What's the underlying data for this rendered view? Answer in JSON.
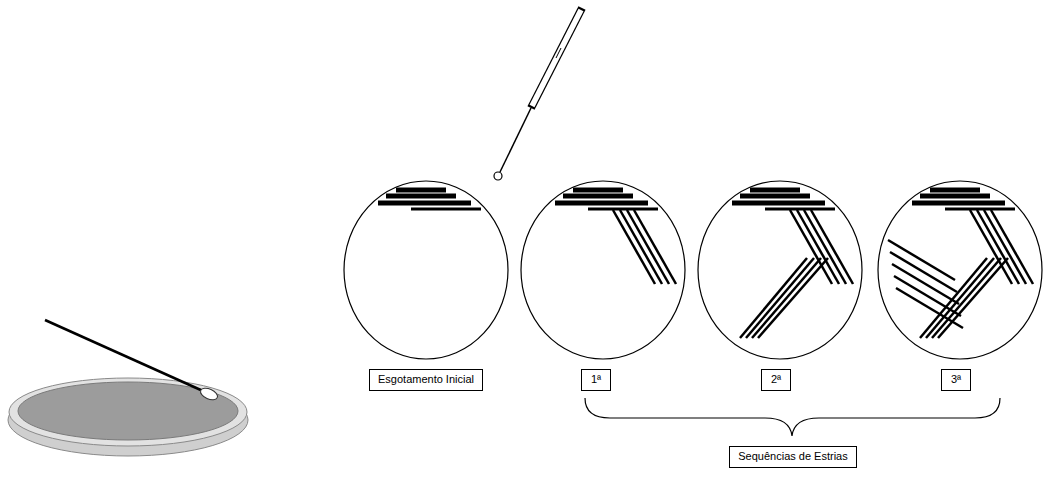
{
  "diagram": {
    "nodes": [
      {
        "text": [
          "Esgotamento Inicial"
        ]
      },
      {
        "text": [
          "1ª"
        ]
      },
      {
        "text": [
          "2ª"
        ]
      },
      {
        "text": [
          "3ª"
        ]
      },
      {
        "text": [
          "Sequências de Estrias"
        ]
      }
    ]
  }
}
